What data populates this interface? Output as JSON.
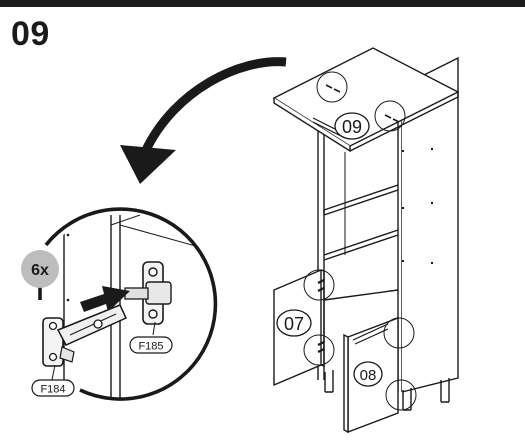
{
  "step_number": "09",
  "quantity_badge": "6x",
  "parts": {
    "hinge_base": "F185",
    "hinge_arm": "F184"
  },
  "callouts": {
    "top_panel": "09",
    "left_door": "07",
    "right_door": "08"
  }
}
